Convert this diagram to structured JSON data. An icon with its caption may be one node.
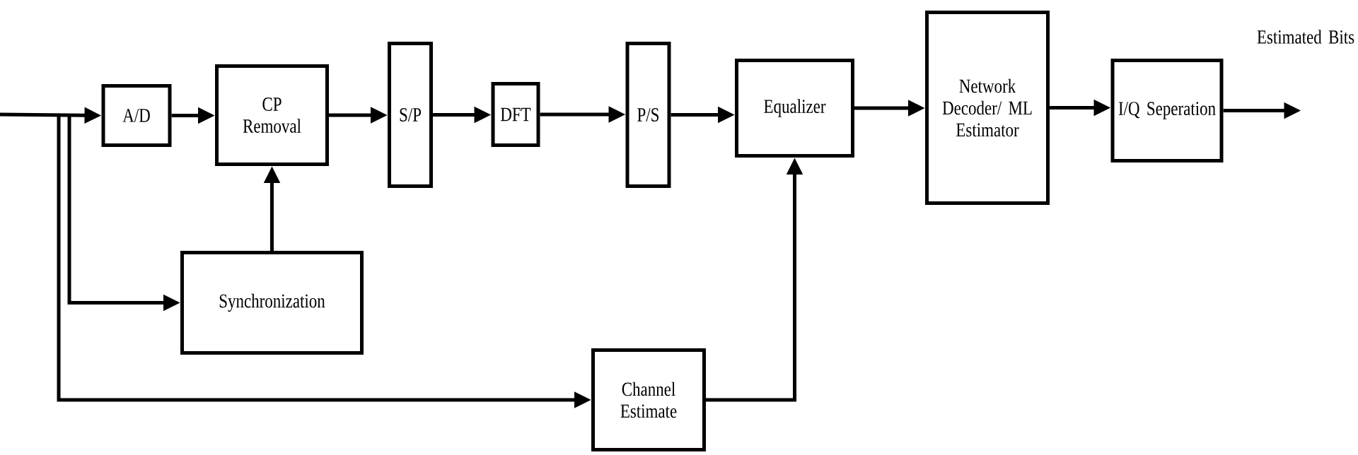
{
  "diagram": {
    "nodes": [
      {
        "text": [
          "A/D"
        ]
      },
      {
        "text": [
          "CP Removal"
        ]
      },
      {
        "text": [
          "S/P"
        ]
      },
      {
        "text": [
          "DFT"
        ]
      },
      {
        "text": [
          "P/S"
        ]
      },
      {
        "text": [
          "Equalizer"
        ]
      },
      {
        "text": [
          "Network Decoder/ ML Estimator"
        ]
      },
      {
        "text": [
          "I/Q Seperation"
        ]
      },
      {
        "text": [
          "Synchronization"
        ]
      },
      {
        "text": [
          "Channel Estimate"
        ]
      }
    ],
    "edges": [
      {
        "from": null,
        "to": 0,
        "arrow": "to"
      },
      {
        "from": 0,
        "to": 1,
        "arrow": "to"
      },
      {
        "from": 1,
        "to": 2,
        "arrow": "to"
      },
      {
        "from": 2,
        "to": 3,
        "arrow": "to"
      },
      {
        "from": 3,
        "to": 4,
        "arrow": "to"
      },
      {
        "from": 4,
        "to": 5,
        "arrow": "to"
      },
      {
        "from": 5,
        "to": 6,
        "arrow": "to"
      },
      {
        "from": 6,
        "to": 7,
        "arrow": "to"
      },
      {
        "from": 7,
        "to": null,
        "arrow": "to"
      },
      {
        "from": null,
        "to": 8,
        "arrow": "to"
      },
      {
        "from": null,
        "to": 9,
        "arrow": "to"
      },
      {
        "from": 8,
        "to": 1,
        "arrow": "to"
      },
      {
        "from": 9,
        "to": 5,
        "arrow": "to"
      }
    ],
    "labels": [
      "Estimated Bits"
    ]
  }
}
